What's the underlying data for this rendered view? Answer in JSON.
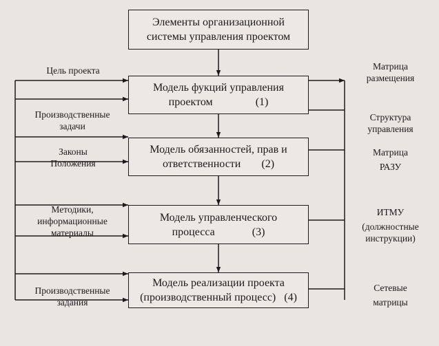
{
  "title_box": {
    "line1": "Элементы организационной",
    "line2": "системы управления проектом"
  },
  "models": [
    {
      "line1": "Модель фукций управления",
      "line2": "проектом",
      "number": "(1)"
    },
    {
      "line1": "Модель обязанностей, прав и",
      "line2": "ответственности",
      "number": "(2)"
    },
    {
      "line1": "Модель управленческого",
      "line2": "процесса",
      "number": "(3)"
    },
    {
      "line1": "Модель реализации проекта",
      "line2": "(производственный процесс)",
      "number": "(4)"
    }
  ],
  "inputs": [
    {
      "lines": [
        "Цель проекта"
      ]
    },
    {
      "lines": [
        "Производственные",
        "задачи"
      ]
    },
    {
      "lines": [
        "Законы",
        "Положения"
      ]
    },
    {
      "lines": [
        "Методики,",
        "информационные",
        "материалы"
      ]
    },
    {
      "lines": [
        "Производственные",
        "задания"
      ]
    }
  ],
  "outputs": [
    {
      "lines": [
        "Матрица",
        "размещения"
      ]
    },
    {
      "lines": [
        "Структура",
        "управления"
      ]
    },
    {
      "lines": [
        "Матрица",
        "РАЗУ"
      ]
    },
    {
      "lines": [
        "ИТМУ",
        "(должностные",
        "инструкции)"
      ]
    },
    {
      "lines": [
        "Сетевые",
        "матрицы"
      ]
    }
  ]
}
